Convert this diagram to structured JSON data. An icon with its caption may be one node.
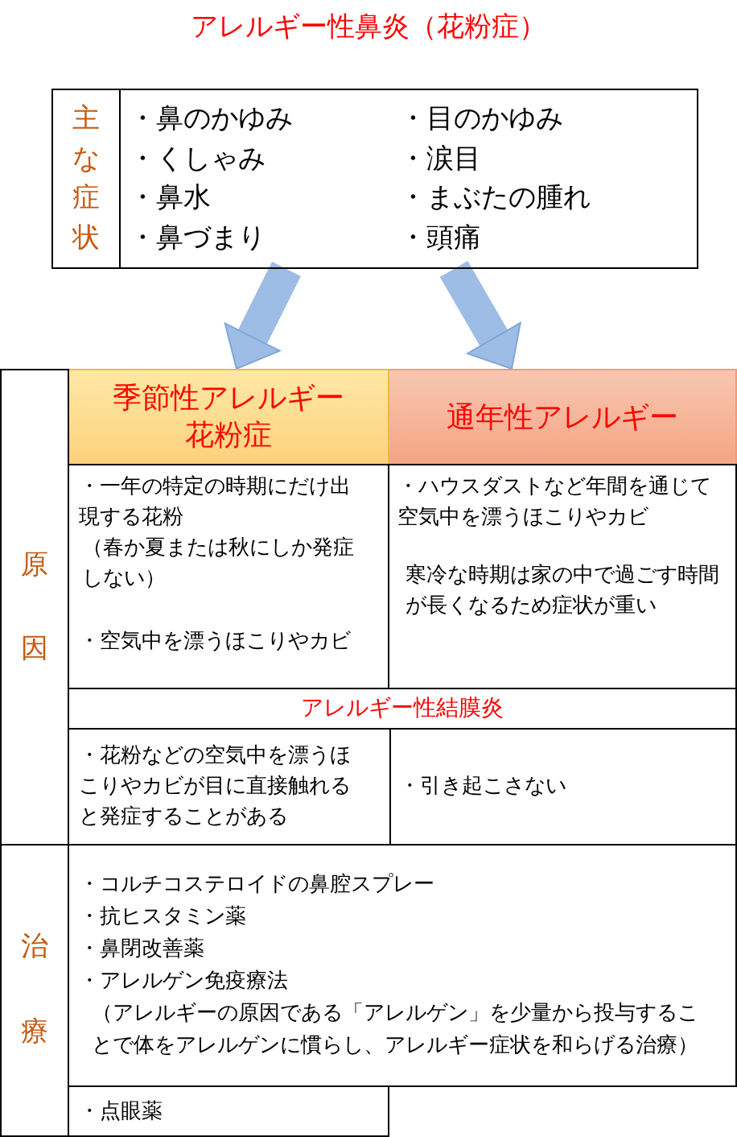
{
  "diagram": {
    "title": "アレルギー性鼻炎（花粉症）",
    "nodes": [
      {
        "text": [
          "主な症状",
          "・鼻のかゆみ",
          "・くしゃみ",
          "・鼻水",
          "・鼻づまり",
          "・目のかゆみ",
          "・涙目",
          "・まぶたの腫れ",
          "・頭痛"
        ]
      },
      {
        "text": [
          "原因"
        ]
      },
      {
        "text": [
          "季節性アレルギー花粉症"
        ]
      },
      {
        "text": [
          "通年性アレルギー"
        ]
      },
      {
        "text": [
          "・一年の特定の時期にだけ出現する花粉",
          "（春か夏または秋にしか発症しない）",
          "・空気中を漂うほこりやカビ"
        ]
      },
      {
        "text": [
          "・ハウスダストなど年間を通じて空気中を漂うほこりやカビ",
          "寒冷な時期は家の中で過ごす時間が長くなるため症状が重い"
        ]
      },
      {
        "text": [
          "アレルギー性結膜炎"
        ]
      },
      {
        "text": [
          "・花粉などの空気中を漂うほこりやカビが目に直接触れると発症することがある"
        ]
      },
      {
        "text": [
          "・引き起こさない"
        ]
      },
      {
        "text": [
          "治療"
        ]
      },
      {
        "text": [
          "・コルチコステロイドの鼻腔スプレー",
          "・抗ヒスタミン薬",
          "・鼻閉改善薬",
          "・アレルゲン免疫療法",
          "（アレルギーの原因である「アレルゲン」を少量から投与することで体をアレルゲンに慣らし、アレルギー症状を和らげる治療）"
        ]
      },
      {
        "text": [
          "・点眼薬"
        ]
      }
    ],
    "edges": [
      {
        "from": 0,
        "to": 2,
        "arrow": "to"
      },
      {
        "from": 0,
        "to": 3,
        "arrow": "to"
      }
    ]
  }
}
